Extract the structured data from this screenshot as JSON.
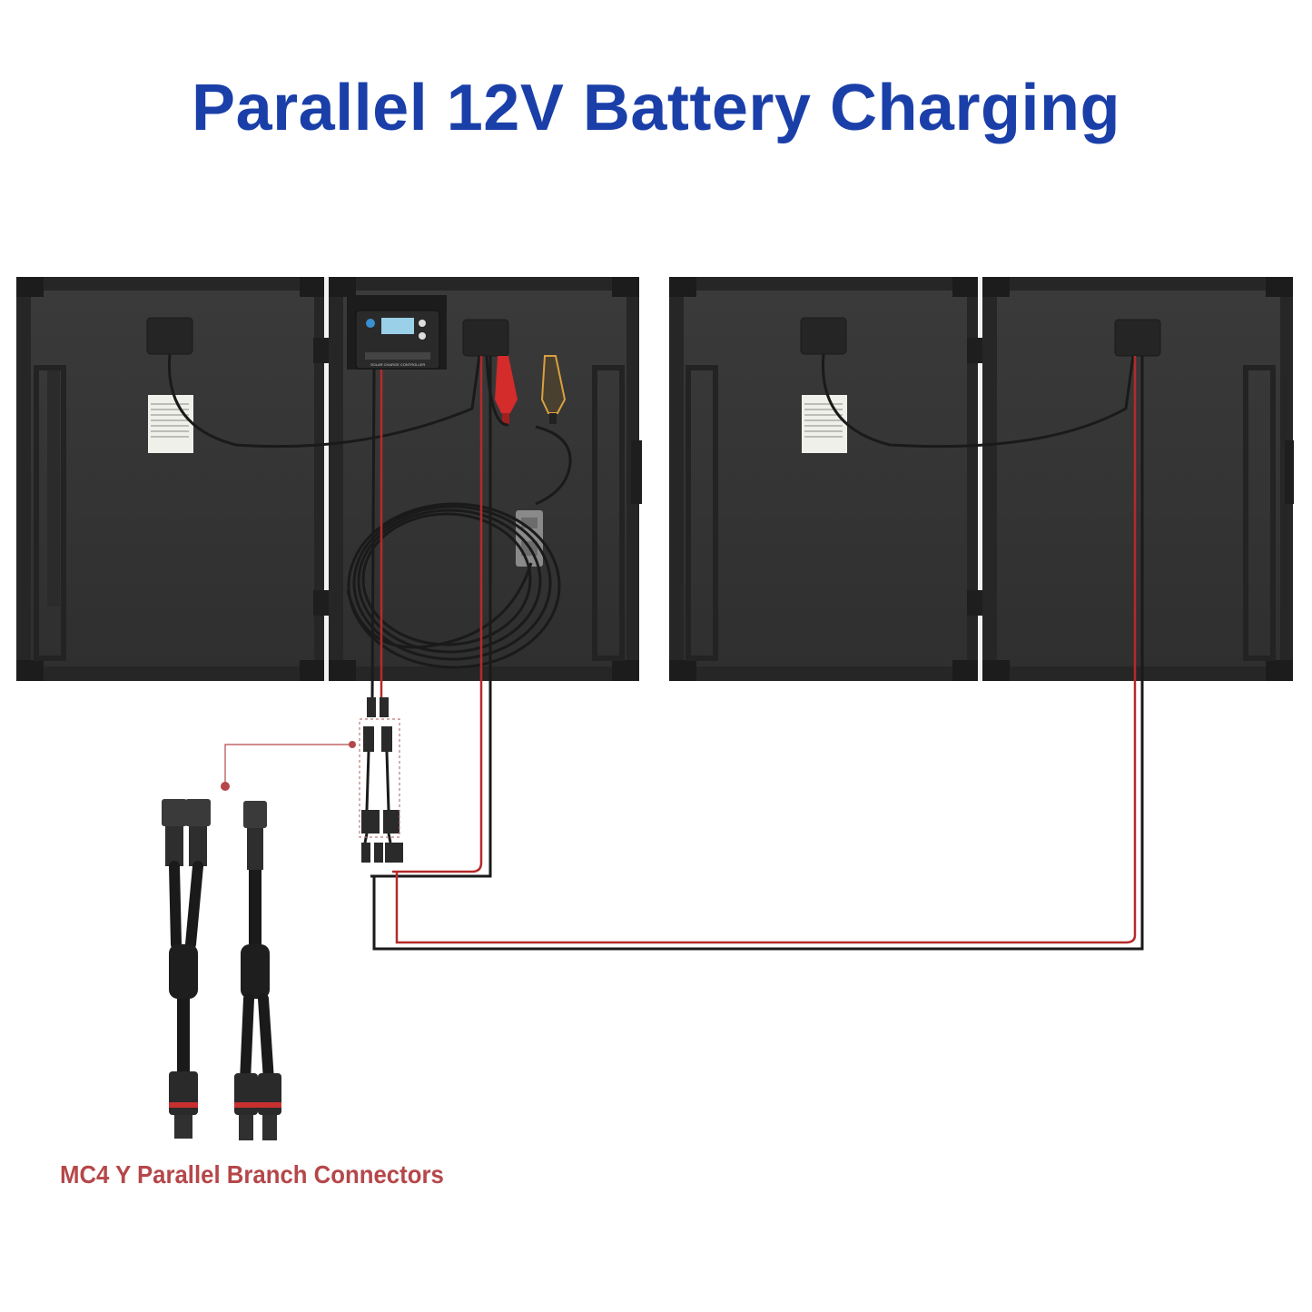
{
  "title": "Parallel 12V Battery Charging",
  "caption": "MC4 Y Parallel Branch Connectors",
  "colors": {
    "title": "#1a3fa8",
    "caption": "#b5474a",
    "panel_frame": "#2a2a2a",
    "panel_face": "#353535",
    "wire_red": "#b52a2a",
    "wire_black": "#222222",
    "clamp_red": "#d42b2b"
  },
  "components": {
    "panels": [
      "left-kit-panel-1",
      "left-kit-panel-2",
      "right-kit-panel-1",
      "right-kit-panel-2"
    ],
    "controller_label": "SOLAR CHARGE CONTROLLER"
  }
}
